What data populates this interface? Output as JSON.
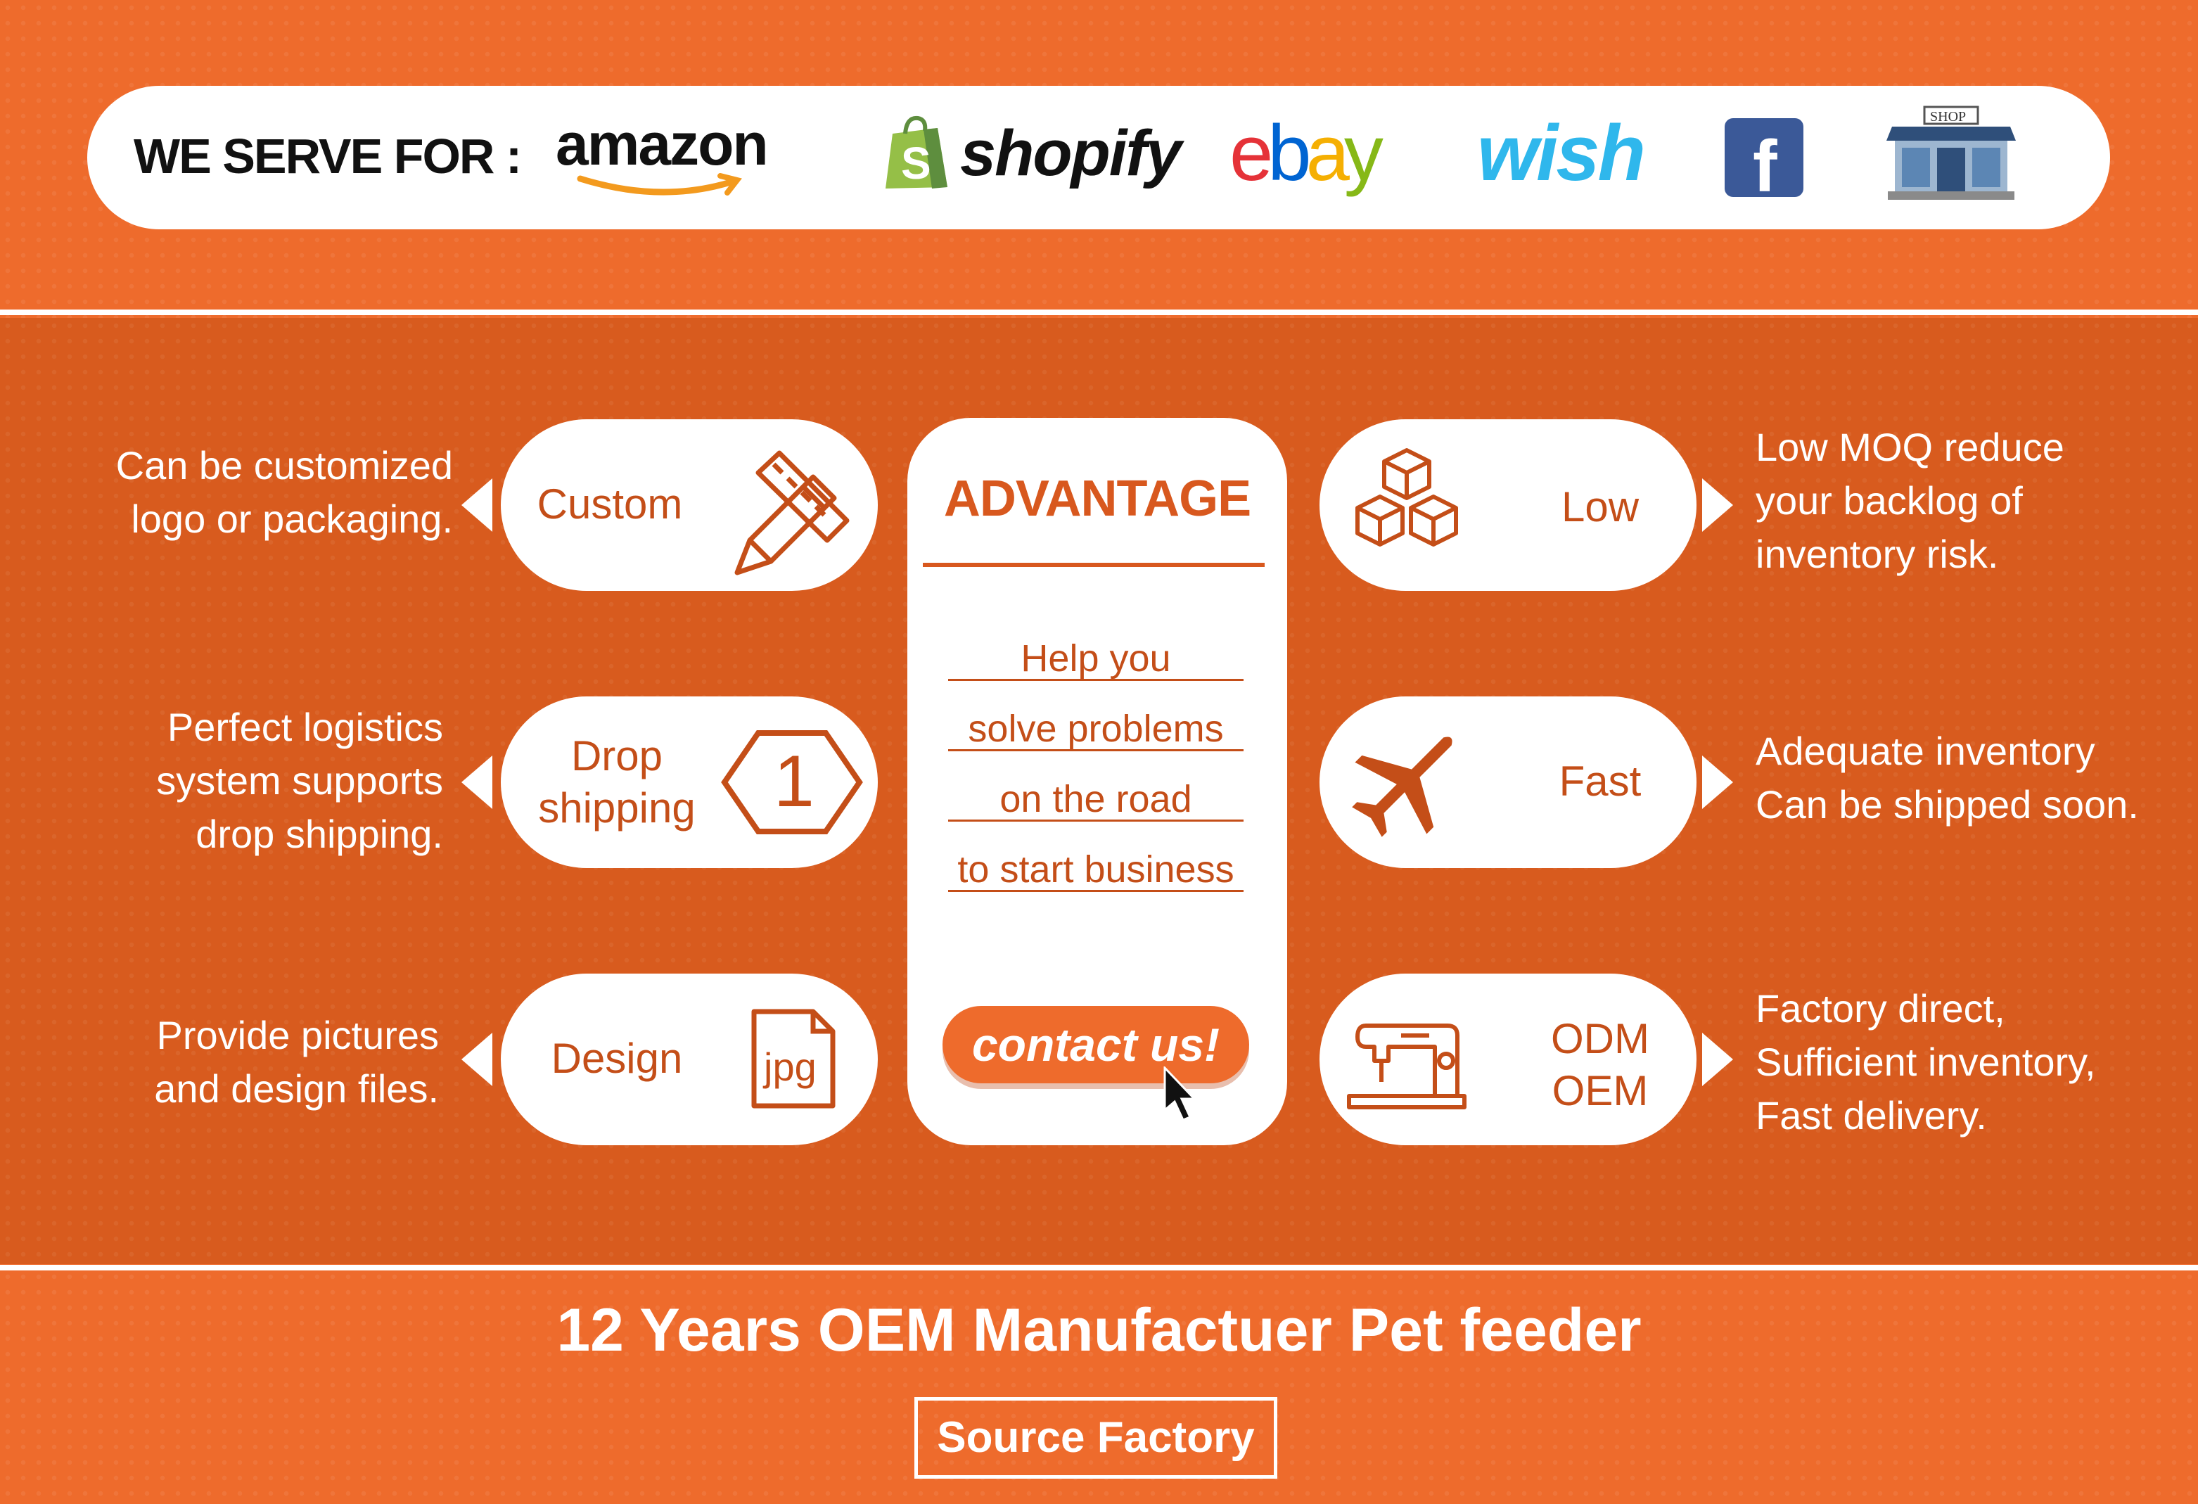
{
  "header": {
    "serve_label": "WE SERVE FOR :",
    "logos": {
      "amazon": "amazon",
      "shopify": "shopify",
      "ebay": [
        "e",
        "b",
        "a",
        "y"
      ],
      "wish": "wish",
      "facebook": "f",
      "shop": "SHOP"
    }
  },
  "center": {
    "title": "ADVANTAGE",
    "lines": [
      "Help you",
      "solve problems",
      "on the road",
      "to start business"
    ],
    "button": "contact us!"
  },
  "features": {
    "custom": {
      "label": "Custom",
      "desc": [
        "Can be customized",
        "logo or packaging."
      ],
      "icon": "pencil-ruler-icon"
    },
    "drop": {
      "label": [
        "Drop",
        "shipping"
      ],
      "desc": [
        "Perfect logistics",
        "system supports",
        "drop shipping."
      ],
      "icon": "hexagon-one-icon",
      "icon_text": "1"
    },
    "design": {
      "label": "Design",
      "desc": [
        "Provide pictures",
        "and design files."
      ],
      "icon": "jpg-file-icon",
      "icon_text": "jpg"
    },
    "low": {
      "label": "Low",
      "desc": [
        "Low MOQ reduce",
        "your backlog of",
        "inventory risk."
      ],
      "icon": "boxes-icon"
    },
    "fast": {
      "label": "Fast",
      "desc": [
        "Adequate inventory",
        "Can be shipped soon."
      ],
      "icon": "airplane-icon"
    },
    "odm": {
      "label": [
        "ODM",
        "OEM"
      ],
      "desc": [
        "Factory direct,",
        "Sufficient inventory,",
        "Fast delivery."
      ],
      "icon": "sewing-machine-icon"
    }
  },
  "footer": {
    "title": "12 Years OEM Manufactuer Pet feeder",
    "badge": "Source Factory"
  },
  "colors": {
    "background": "#EE6B2C",
    "band": "#D85B1E",
    "accent": "#C44E18",
    "white": "#FFFFFF"
  }
}
